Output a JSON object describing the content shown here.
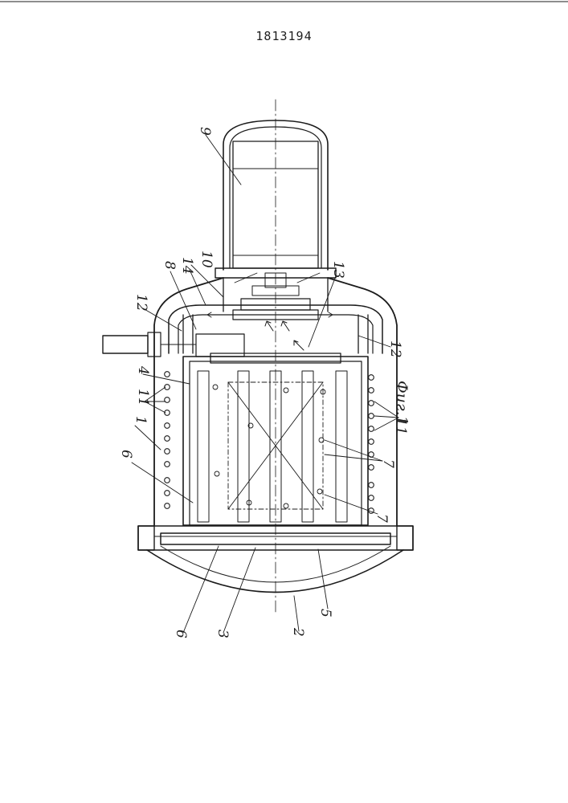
{
  "document": {
    "page_number": "1813194"
  },
  "figure": {
    "caption": "Фиг.1",
    "labels": {
      "l9": "9",
      "l14": "14",
      "l10": "10",
      "l8": "8",
      "l13": "13",
      "l12a": "12",
      "l12b": "12",
      "l4": "4",
      "l11a": "11",
      "l11b": "11",
      "l1": "1",
      "l6a": "6",
      "l6b": "6",
      "l7a": "7",
      "l7b": "7",
      "l3": "3",
      "l2": "2",
      "l5": "5"
    }
  }
}
